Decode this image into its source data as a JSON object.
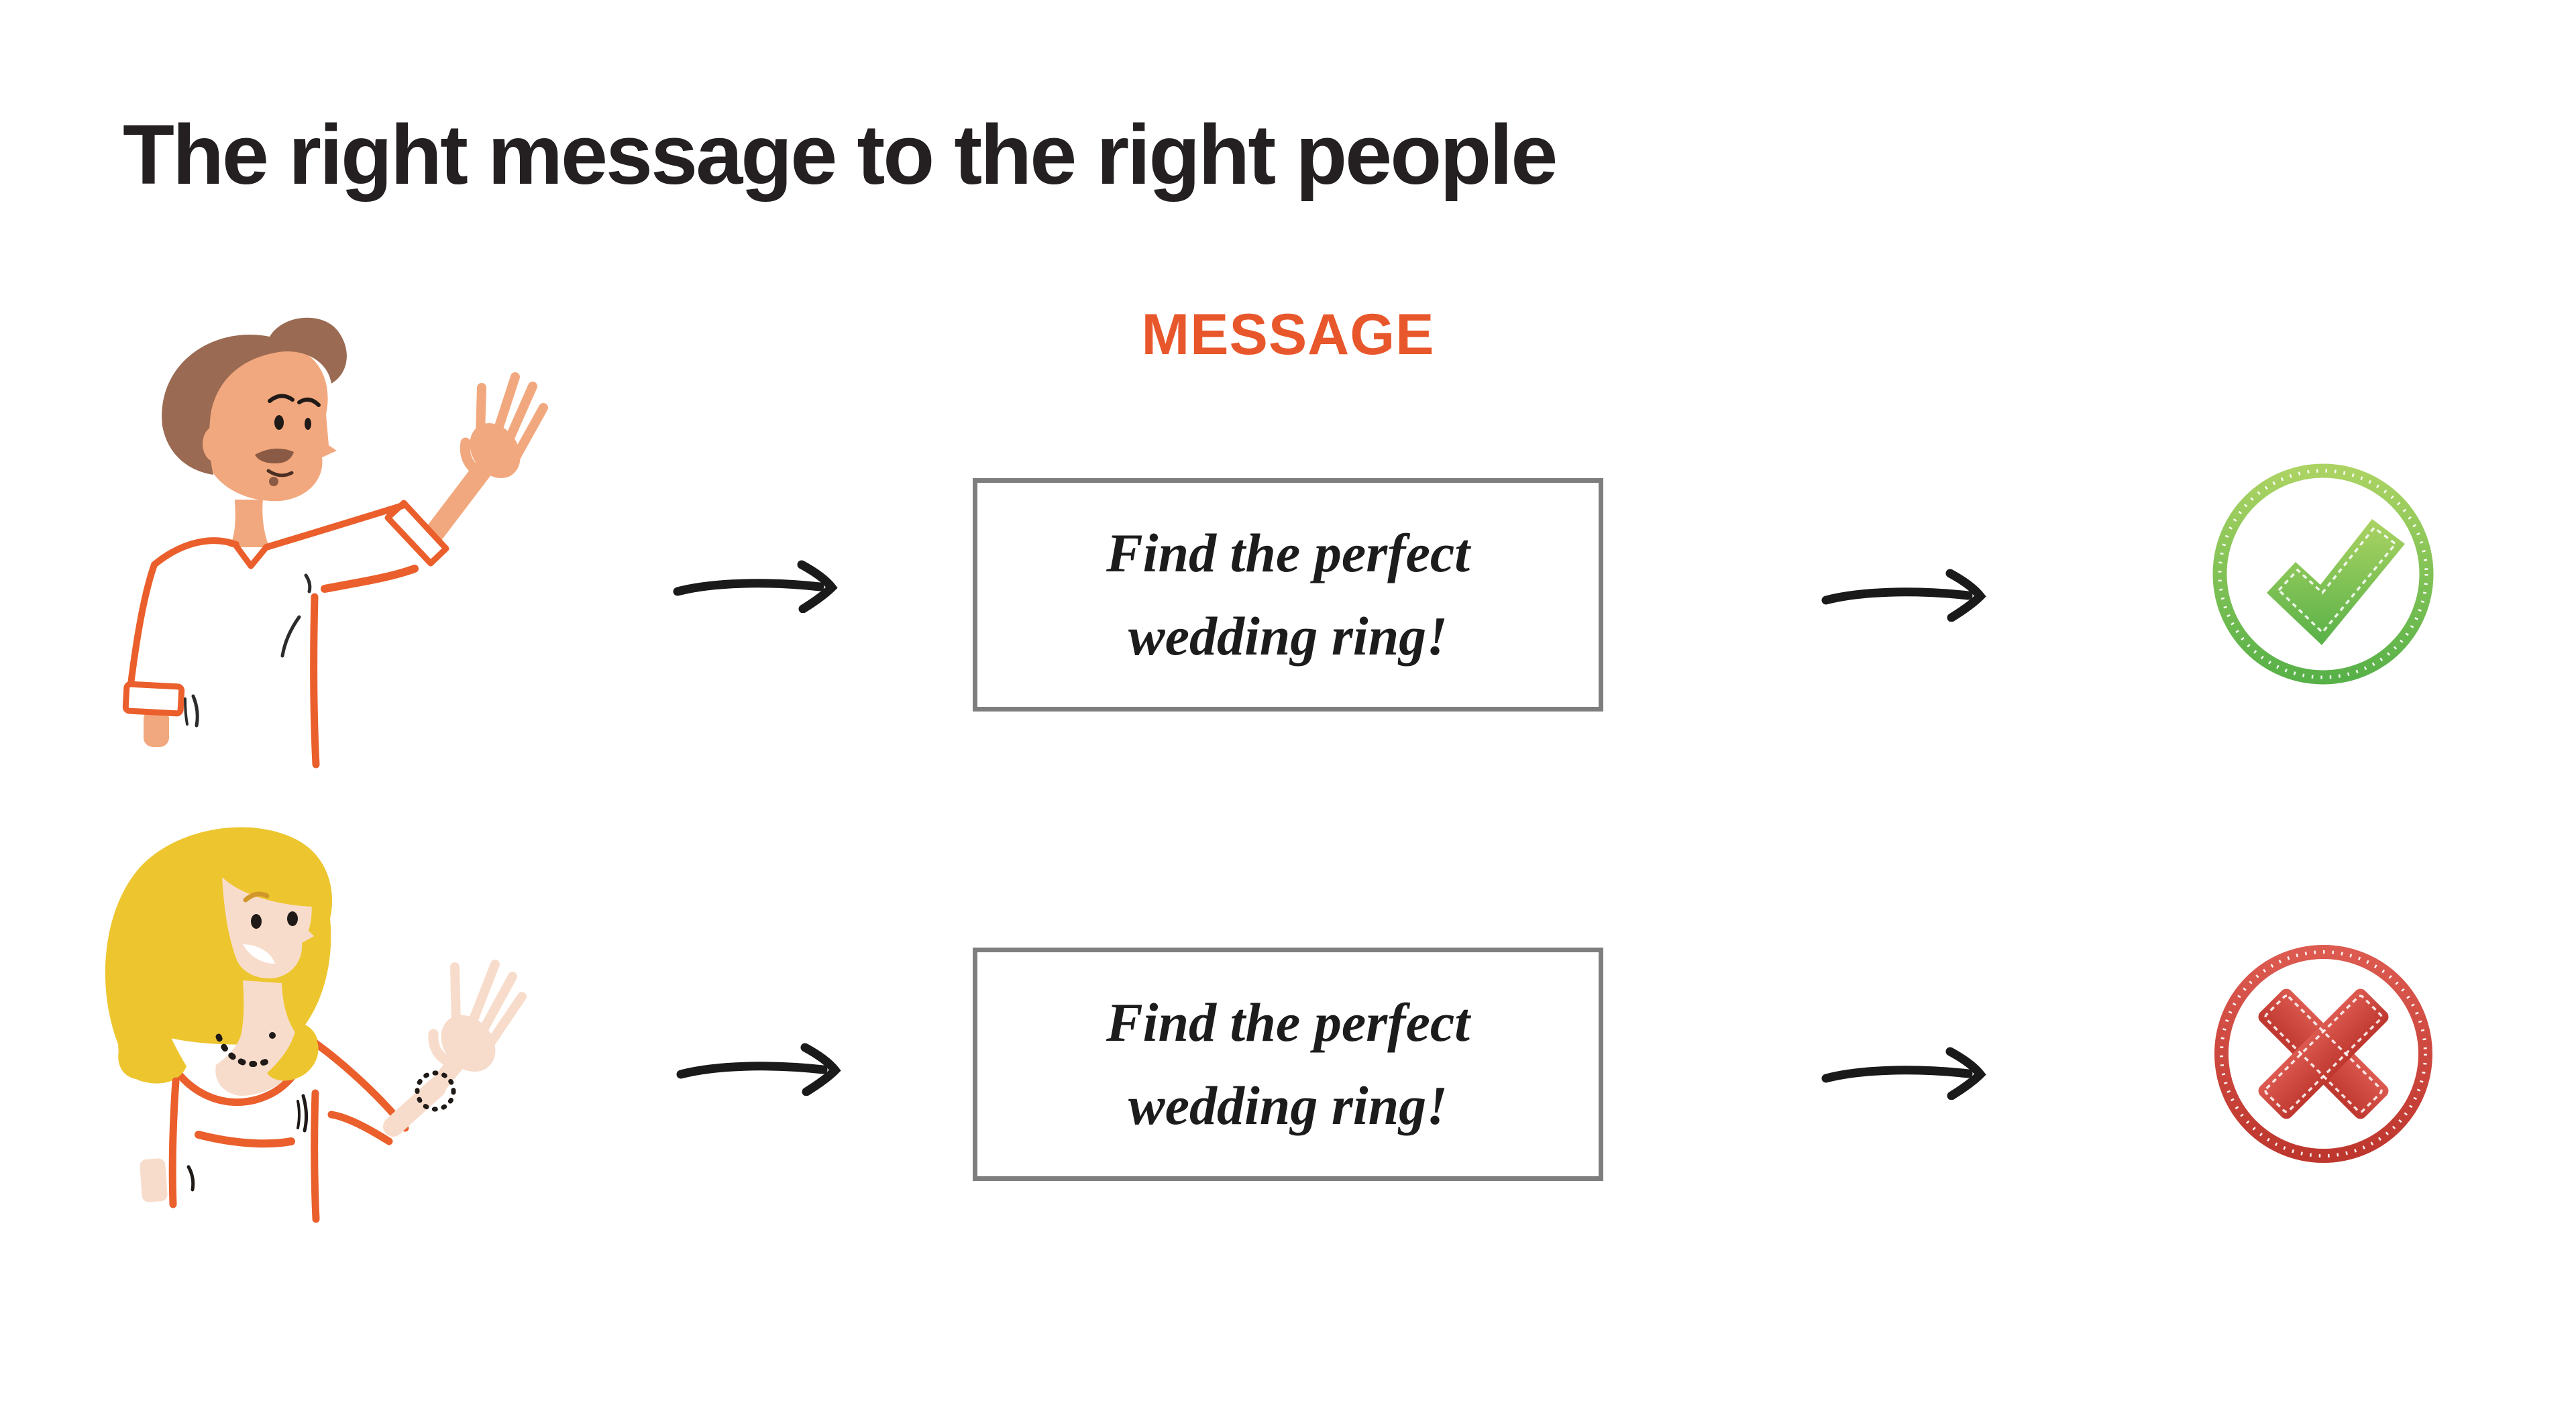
{
  "slide": {
    "title": "The right message to the right people",
    "column_label": "MESSAGE",
    "rows": [
      {
        "persona": "man",
        "message": {
          "line1": "Find the perfect",
          "line2": "wedding ring!"
        },
        "outcome": "success"
      },
      {
        "persona": "woman",
        "message": {
          "line1": "Find the perfect",
          "line2": "wedding ring!"
        },
        "outcome": "failure"
      }
    ],
    "icons": {
      "connector": "arrow-icon",
      "success": "check-icon",
      "failure": "cross-icon"
    },
    "colors": {
      "background": "#FFFFFF",
      "title_text": "#242021",
      "accent_orange": "#E8572B",
      "character_outline_orange": "#EA5F2C",
      "box_border_gray": "#7E7E7E",
      "message_text": "#1C1C1C",
      "arrow_black": "#1A1A1A",
      "success_green_light": "#ABD363",
      "success_green_dark": "#58B148",
      "failure_red_light": "#DC5A50",
      "failure_red_dark": "#BE372E",
      "man_skin": "#F2A87E",
      "man_hair": "#9A6A52",
      "woman_skin": "#F8DCCB",
      "woman_hair": "#EDC62F"
    }
  }
}
